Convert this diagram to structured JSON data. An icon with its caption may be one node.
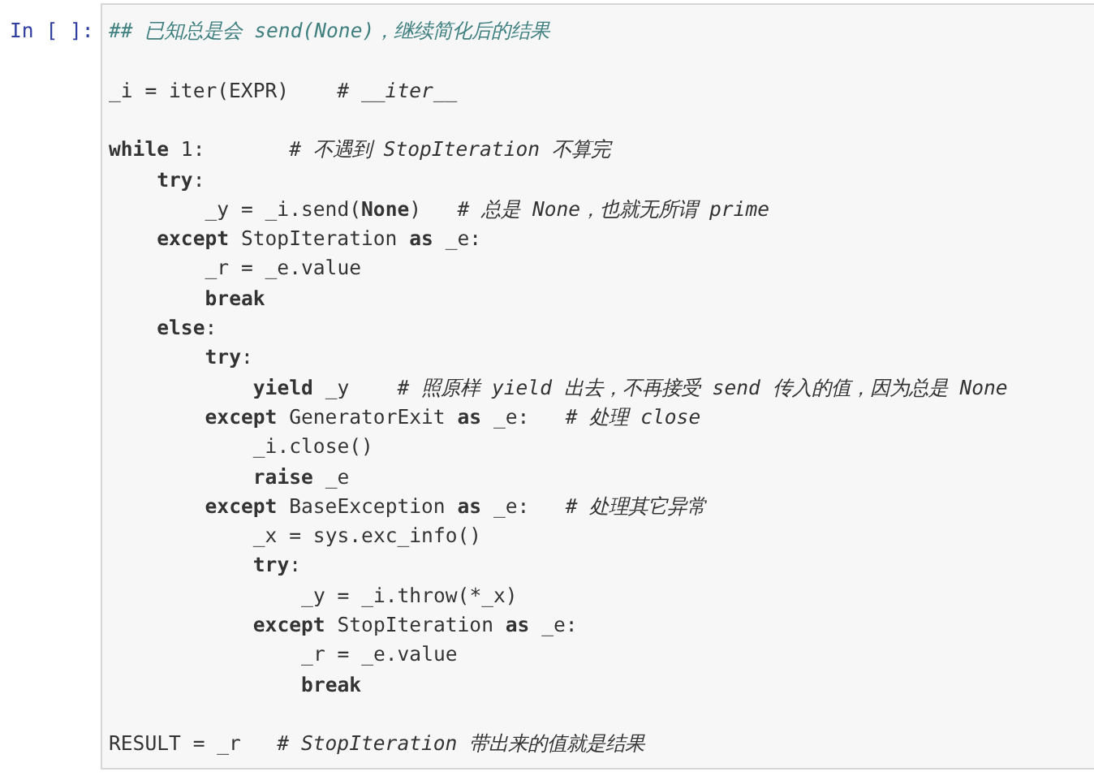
{
  "diagram": {
    "labels": [
      "In [ ]:",
      "## 已知总是会 send(None)，继续简化后的结果",
      "_i = iter(EXPR)    *# __iter__*",
      "**while** 1:       *# 不遇到 StopIteration 不算完*",
      "**try**:",
      "_y = _i.send(**None**)   *# 总是 None，也就无所谓 prime*",
      "**except** StopIteration **as** _e:",
      "_r = _e.value",
      "**break**",
      "**else**:",
      "**try**:",
      "**yield** _y    *# 照原样 yield 出去，不再接受 send 传入的值，因为总是 None*",
      "**except** GeneratorExit **as** _e:   *# 处理 close*",
      "_i.close()",
      "**raise** _e",
      "**except** BaseException **as** _e:   *# 处理其它异常*",
      "_x = sys.exc_info()",
      "**try**:",
      "_y = _i.throw(*_x)",
      "**except** StopIteration **as** _e:",
      "_r = _e.value",
      "**break**",
      "RESULT = _r   *# StopIteration 带出来的值就是结果*"
    ]
  }
}
